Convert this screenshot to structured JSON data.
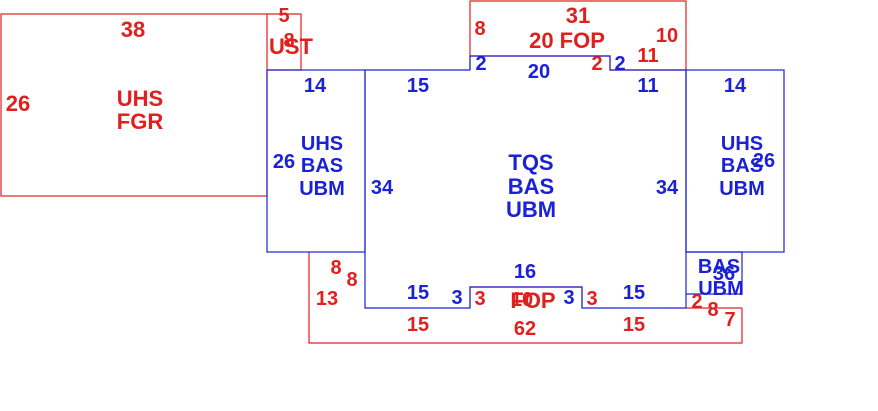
{
  "colors": {
    "red": "#e0201e",
    "blue": "#1b22d6",
    "background": "#ffffff"
  },
  "rooms": {
    "fgr": {
      "line1": "UHS",
      "line2": "FGR",
      "width": "38",
      "depth": "26"
    },
    "ust": {
      "name": "UST",
      "top": "5",
      "side": "8"
    },
    "fop_top": {
      "name": "20 FOP",
      "top": "31",
      "left": "8",
      "right": "10",
      "right_inner": "11",
      "step_left": "2"
    },
    "left_bas": {
      "line1": "UHS",
      "line2": "BAS",
      "line3": "UBM",
      "width": "14",
      "depth": "26"
    },
    "main": {
      "line1": "TQS",
      "line2": "BAS",
      "line3": "UBM",
      "top_left": "15",
      "top_mid": "20",
      "top_right": "11",
      "step_left": "2",
      "step_right": "2",
      "left": "34",
      "right": "34",
      "bottom_left": "15",
      "bottom_right": "15",
      "bottom_mid": "16",
      "notch_left": "3",
      "notch_right": "3"
    },
    "right_bas": {
      "line1": "UHS",
      "line2": "BAS",
      "line3": "UBM",
      "width": "14",
      "depth": "26"
    },
    "small_bas": {
      "line1": "BAS",
      "line2": "UBM",
      "depth": "36",
      "side": "2"
    },
    "fop_bottom": {
      "name": "FOP",
      "overlap": "10",
      "bottom": "62",
      "left_outer": "13",
      "left_top": "8",
      "left_inner": "8",
      "inner_left_bottom": "15",
      "inner_right_bottom": "15",
      "notch_left": "3",
      "notch_right": "3",
      "right_inner": "8",
      "right_outer": "7"
    }
  }
}
